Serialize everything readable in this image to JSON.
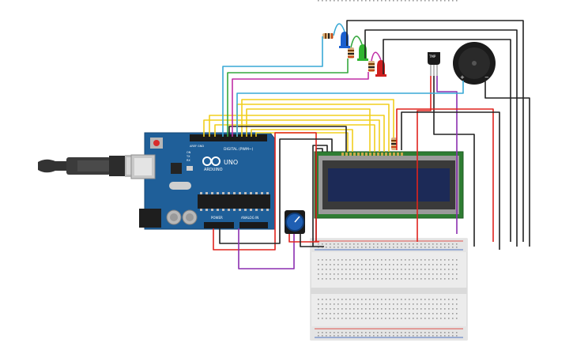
{
  "arduino": {
    "brand": "ARDUINO",
    "model": "UNO",
    "digital_label": "DIGITAL (PWM~)",
    "power_label": "POWER",
    "analog_label": "ANALOG IN",
    "aref_label": "AREF",
    "gnd_label": "GND",
    "on_label": "ON",
    "tx_label": "TX",
    "rx_label": "RX"
  },
  "sensor": {
    "label": "TMP"
  },
  "buzzer": {
    "plus": "+",
    "minus": "−"
  },
  "colors": {
    "board": "#1f5f99",
    "lcd_pcb": "#2e7d32",
    "lcd_screen": "#1c2a57",
    "wire_yellow": "#f2cf1d",
    "wire_red": "#e0231d",
    "wire_black": "#222222",
    "wire_green": "#35a83e",
    "wire_purple": "#8c2fb1",
    "wire_cyan": "#39a9d6",
    "wire_magenta": "#c02fa6",
    "led_blue": "#1a5fcf",
    "led_green": "#2fb52f",
    "led_red": "#cf1f1f"
  },
  "icons": {
    "usb": "usb-cable-icon",
    "pot": "potentiometer-knob-icon"
  }
}
